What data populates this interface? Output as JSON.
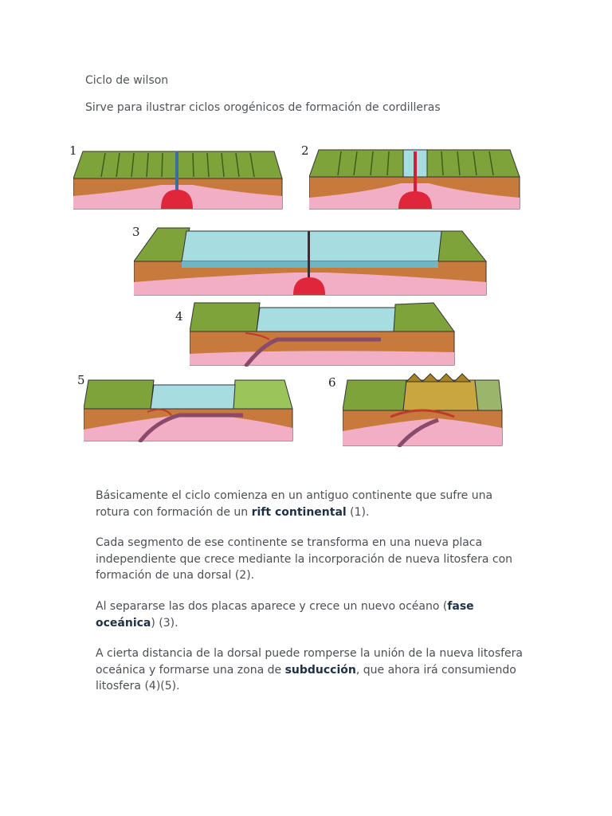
{
  "document": {
    "title": "Ciclo de wilson",
    "subtitle": "Sirve para ilustrar ciclos orogénicos de formación de cordilleras"
  },
  "figure": {
    "panels": [
      {
        "label": "1"
      },
      {
        "label": "2"
      },
      {
        "label": "3"
      },
      {
        "label": "4"
      },
      {
        "label": "5"
      },
      {
        "label": "6"
      }
    ]
  },
  "paragraphs": [
    {
      "part1": "Básicamente el ciclo comienza en un antiguo continente que sufre una rotura con formación de un ",
      "bold": "rift continental",
      "part2": " (1)."
    },
    {
      "text": "Cada segmento de ese continente se transforma en una nueva placa independiente que crece mediante la incorporación de nueva litosfera con formación de una dorsal (2)."
    },
    {
      "part1": "Al separarse las dos placas aparece y crece un nuevo océano (",
      "bold": "fase oceánica",
      "part2": ") (3)."
    },
    {
      "part1": "A cierta distancia de la dorsal puede romperse la unión de la nueva litosfera oceánica y formarse una zona de ",
      "bold": "subducción",
      "part2": ", que ahora irá consumiendo litosfera (4)(5)."
    }
  ],
  "colors": {
    "grass": "#7ea33b",
    "grass_dark": "#557d2a",
    "crust": "#c77a3c",
    "mantle": "#f2aec4",
    "magma": "#e0263a",
    "ocean": "#a7dde0",
    "mountain": "#c9a640"
  }
}
